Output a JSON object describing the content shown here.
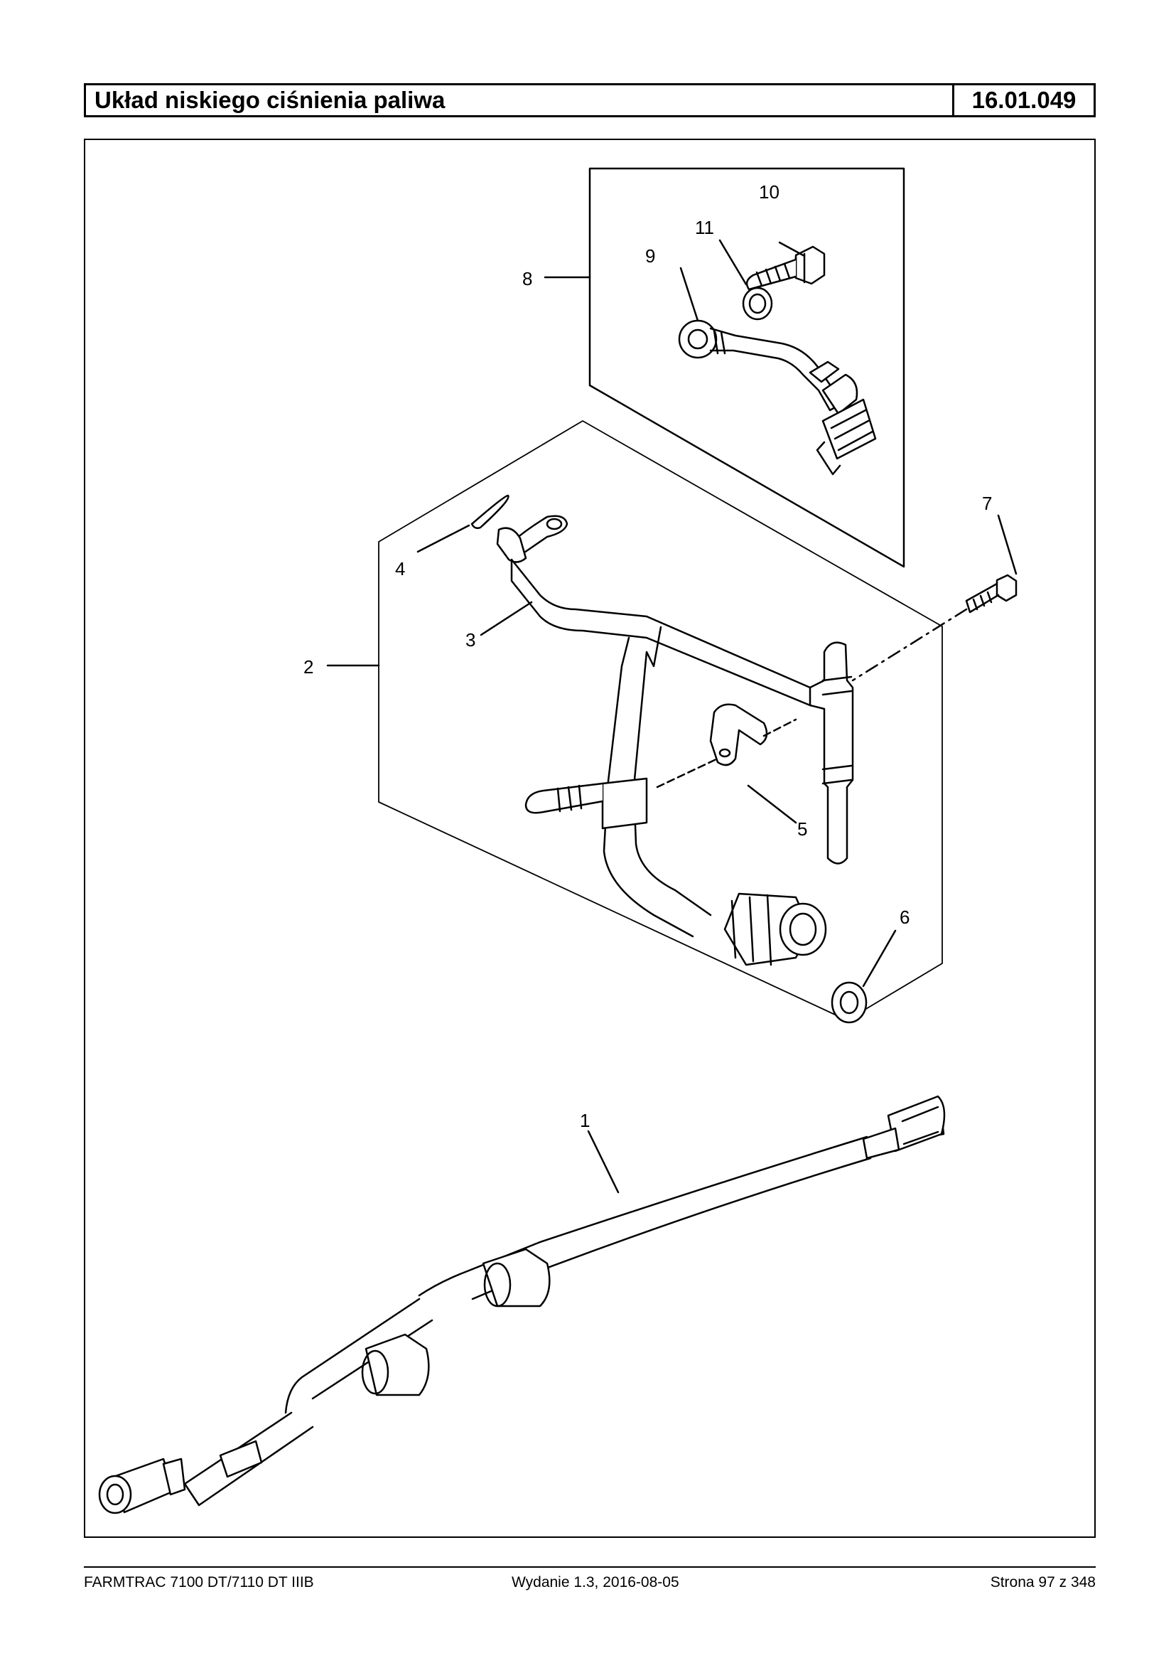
{
  "header": {
    "title": "Układ niskiego ciśnienia paliwa",
    "section_code": "16.01.049"
  },
  "diagram": {
    "callouts": [
      "1",
      "2",
      "3",
      "4",
      "5",
      "6",
      "7",
      "8",
      "9",
      "10",
      "11"
    ]
  },
  "footer": {
    "model": "FARMTRAC 7100 DT/7110 DT IIIB",
    "edition": "Wydanie 1.3,  2016-08-05",
    "page": "Strona 97 z 348"
  }
}
